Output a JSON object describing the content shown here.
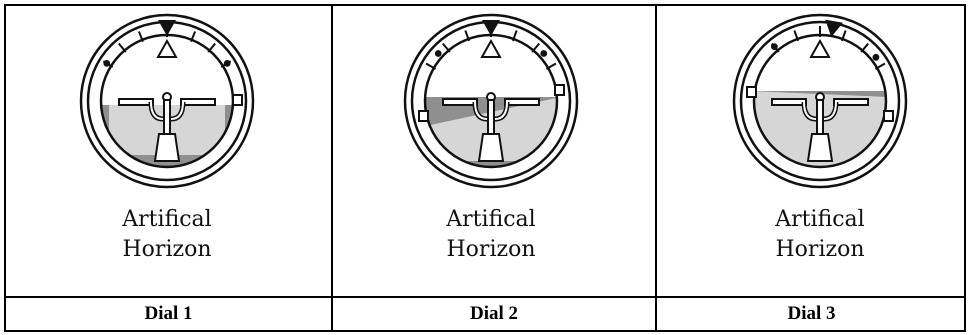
{
  "dials": [
    {
      "caption_line1": "Artifical",
      "caption_line2": "Horizon",
      "label": "Dial 1"
    },
    {
      "caption_line1": "Artifical",
      "caption_line2": "Horizon",
      "label": "Dial 2"
    },
    {
      "caption_line1": "Artifical",
      "caption_line2": "Horizon",
      "label": "Dial 3"
    }
  ],
  "colors": {
    "sky": "#ffffff",
    "ground_dark": "#8f8f8f",
    "ground_light": "#d6d6d6",
    "ink": "#111111"
  },
  "icons": [
    "attitude-indicator-icon",
    "attitude-indicator-icon",
    "attitude-indicator-icon"
  ]
}
